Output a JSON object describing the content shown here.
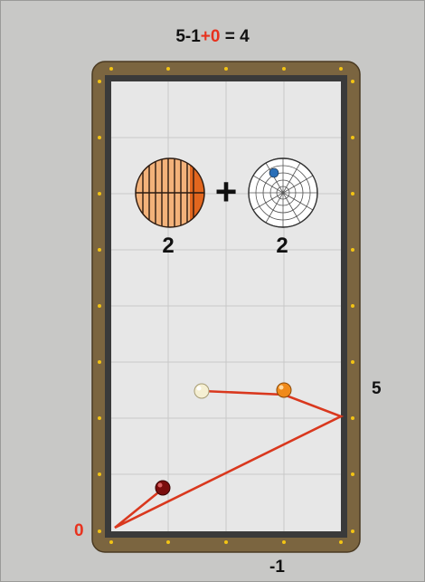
{
  "formula": {
    "left": "5-1",
    "highlight": "+0",
    "right": " = 4"
  },
  "labels": {
    "rail_right": "5",
    "rail_bottom": "-1",
    "corner_start": "0"
  },
  "cue_ball_info": {
    "plus_sign": "+",
    "stripe_number": "2",
    "spin_number": "2"
  },
  "colors": {
    "rail_wood": "#7b6540",
    "rail_dark": "#2e2e2e",
    "cloth": "#e7e7e7",
    "grid": "#c9c9c9",
    "diamond": "#f2c414",
    "shot_path": "#d9381e",
    "object_ball": "#f08a1a",
    "cue_ball": "#f5efd2",
    "red_ball": "#7a0d0d",
    "spin_dot": "#2a6fb8"
  }
}
